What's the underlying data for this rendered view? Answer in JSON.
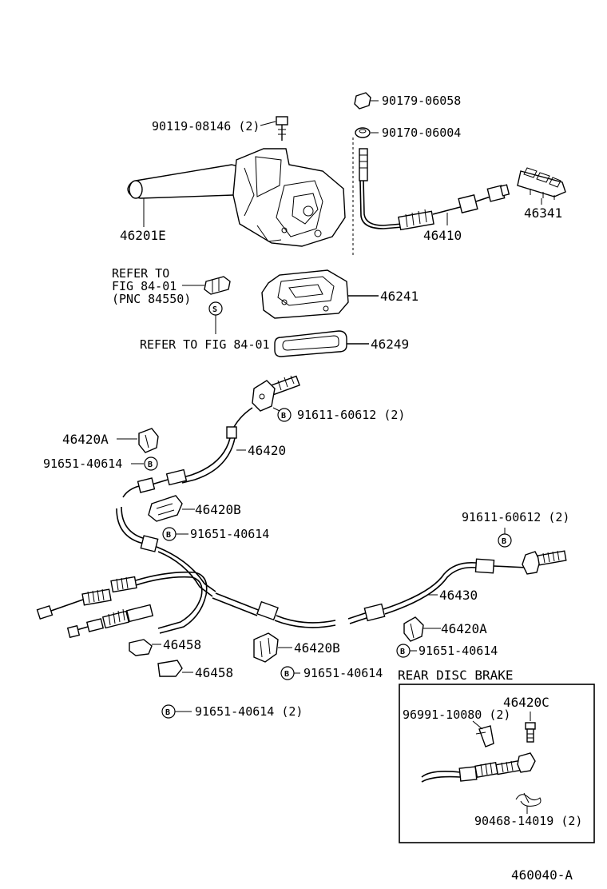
{
  "callouts": {
    "p90119": "90119-08146 (2)",
    "p90179": "90179-06058",
    "p90170": "90170-06004",
    "p46201E": "46201E",
    "p46410": "46410",
    "p46341": "46341",
    "refer1_l1": "REFER TO",
    "refer1_l2": "FIG 84-01",
    "refer1_l3": "(PNC 84550)",
    "p46241": "46241",
    "refer2": "REFER TO FIG 84-01",
    "p46249": "46249",
    "p91611_a": "91611-60612 (2)",
    "p46420A_a": "46420A",
    "p46420": "46420",
    "p91651_a": "91651-40614",
    "p46420B_a": "46420B",
    "p91651_b": "91651-40614",
    "p91611_b": "91611-60612 (2)",
    "p46430": "46430",
    "p46420A_b": "46420A",
    "p46458_a": "46458",
    "p46420B_b": "46420B",
    "p91651_c": "91651-40614",
    "p46458_b": "46458",
    "p91651_d": "91651-40614",
    "p91651_e": "91651-40614 (2)"
  },
  "symbols": {
    "s": "S",
    "b": "B"
  },
  "inset": {
    "title": "REAR DISC BRAKE",
    "p46420C": "46420C",
    "p96991": "96991-10080 (2)",
    "p90468": "90468-14019 (2)"
  },
  "footer": {
    "code": "460040-A"
  }
}
